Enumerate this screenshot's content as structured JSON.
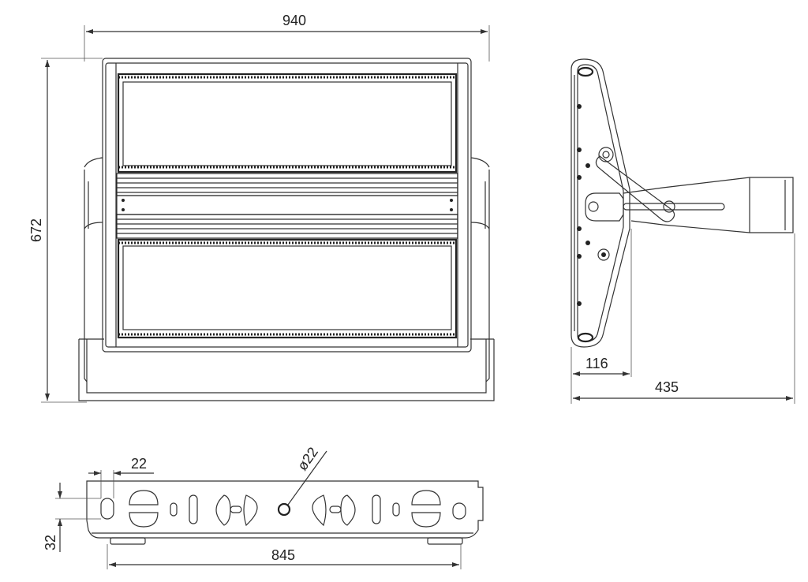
{
  "drawing": {
    "dimensions": {
      "front_width": "940",
      "front_height": "672",
      "side_offset": "116",
      "side_depth": "435",
      "bracket_hole_offset": "22",
      "bracket_hole_height": "32",
      "bracket_length": "845",
      "bracket_hole_diameter": "ø22"
    }
  }
}
